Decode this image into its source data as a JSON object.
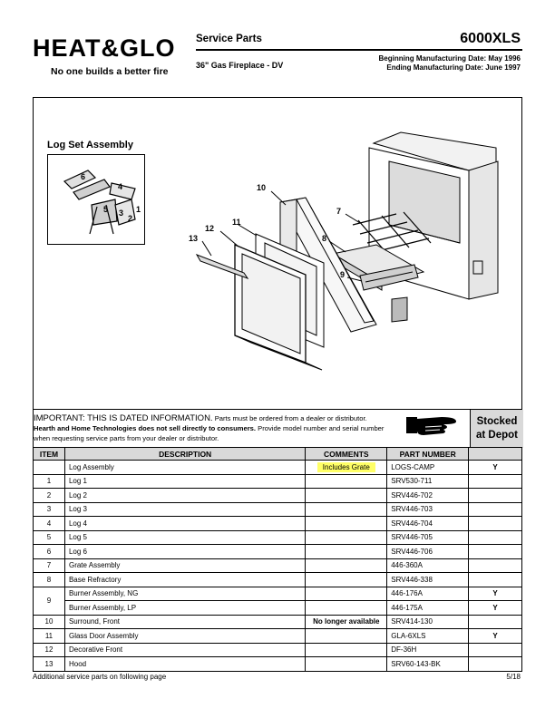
{
  "brand": {
    "logo_text": "HEAT&GLO",
    "tagline": "No one builds a better fire"
  },
  "header": {
    "title": "Service Parts",
    "subtitle": "36\" Gas Fireplace - DV",
    "model": "6000XLS",
    "begin_date": "Beginning Manufacturing Date: May 1996",
    "end_date": "Ending Manufacturing Date: June 1997"
  },
  "diagram": {
    "logset_title": "Log Set Assembly",
    "logset_callouts": [
      "6",
      "4",
      "5",
      "3",
      "2",
      "1"
    ],
    "callouts": [
      "10",
      "7",
      "11",
      "12",
      "8",
      "13",
      "9"
    ]
  },
  "notice": {
    "lead": "IMPORTANT: THIS IS DATED INFORMATION.",
    "text1": " Parts must be ordered from a dealer or distributor. ",
    "bold": "Hearth and Home Technologies does not sell directly to consumers.",
    "text2": " Provide model number and serial number when requesting service parts from your dealer or distributor.",
    "stocked": "Stocked at Depot"
  },
  "table": {
    "headers": [
      "ITEM",
      "DESCRIPTION",
      "COMMENTS",
      "PART NUMBER"
    ],
    "rows": [
      {
        "item": "",
        "desc": "Log Assembly",
        "comment": "Includes Grate",
        "part": "LOGS-CAMP",
        "stock": "Y"
      },
      {
        "item": "1",
        "desc": "Log 1",
        "comment": "",
        "part": "SRV530-711",
        "stock": ""
      },
      {
        "item": "2",
        "desc": "Log 2",
        "comment": "",
        "part": "SRV446-702",
        "stock": ""
      },
      {
        "item": "3",
        "desc": "Log 3",
        "comment": "",
        "part": "SRV446-703",
        "stock": ""
      },
      {
        "item": "4",
        "desc": "Log 4",
        "comment": "",
        "part": "SRV446-704",
        "stock": ""
      },
      {
        "item": "5",
        "desc": "Log 5",
        "comment": "",
        "part": "SRV446-705",
        "stock": ""
      },
      {
        "item": "6",
        "desc": "Log 6",
        "comment": "",
        "part": "SRV446-706",
        "stock": ""
      },
      {
        "item": "7",
        "desc": "Grate Assembly",
        "comment": "",
        "part": "446-360A",
        "stock": ""
      },
      {
        "item": "8",
        "desc": "Base Refractory",
        "comment": "",
        "part": "SRV446-338",
        "stock": ""
      },
      {
        "item": "9",
        "desc": "Burner Assembly, NG",
        "comment": "",
        "part": "446-176A",
        "stock": "Y"
      },
      {
        "item": "",
        "desc": "Burner Assembly, LP",
        "comment": "",
        "part": "446-175A",
        "stock": "Y"
      },
      {
        "item": "10",
        "desc": "Surround,  Front",
        "comment": "No longer available",
        "part": "SRV414-130",
        "stock": ""
      },
      {
        "item": "11",
        "desc": "Glass Door Assembly",
        "comment": "",
        "part": "GLA-6XLS",
        "stock": "Y"
      },
      {
        "item": "12",
        "desc": "Decorative Front",
        "comment": "",
        "part": "DF-36H",
        "stock": ""
      },
      {
        "item": "13",
        "desc": "Hood",
        "comment": "",
        "part": "SRV60-143-BK",
        "stock": ""
      }
    ]
  },
  "footer": {
    "note": "Additional service parts on following page",
    "page": "5/18"
  }
}
